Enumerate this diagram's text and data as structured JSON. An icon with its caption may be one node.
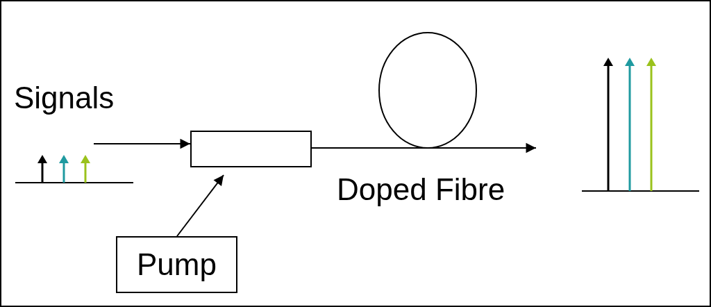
{
  "diagram": {
    "nodes": [
      {
        "text": [],
        "shape": "box"
      },
      {
        "text": [
          "Pump"
        ]
      },
      {
        "text": [],
        "shape": "circle",
        "beside": [
          "Doped Fibre"
        ]
      }
    ],
    "edges": [
      {
        "from": null,
        "to": 0,
        "arrow": "to"
      },
      {
        "from": 1,
        "to": 0,
        "arrow": "to"
      },
      {
        "from": 0,
        "to": null,
        "arrow": "to"
      }
    ],
    "labels": [
      "Signals"
    ]
  }
}
